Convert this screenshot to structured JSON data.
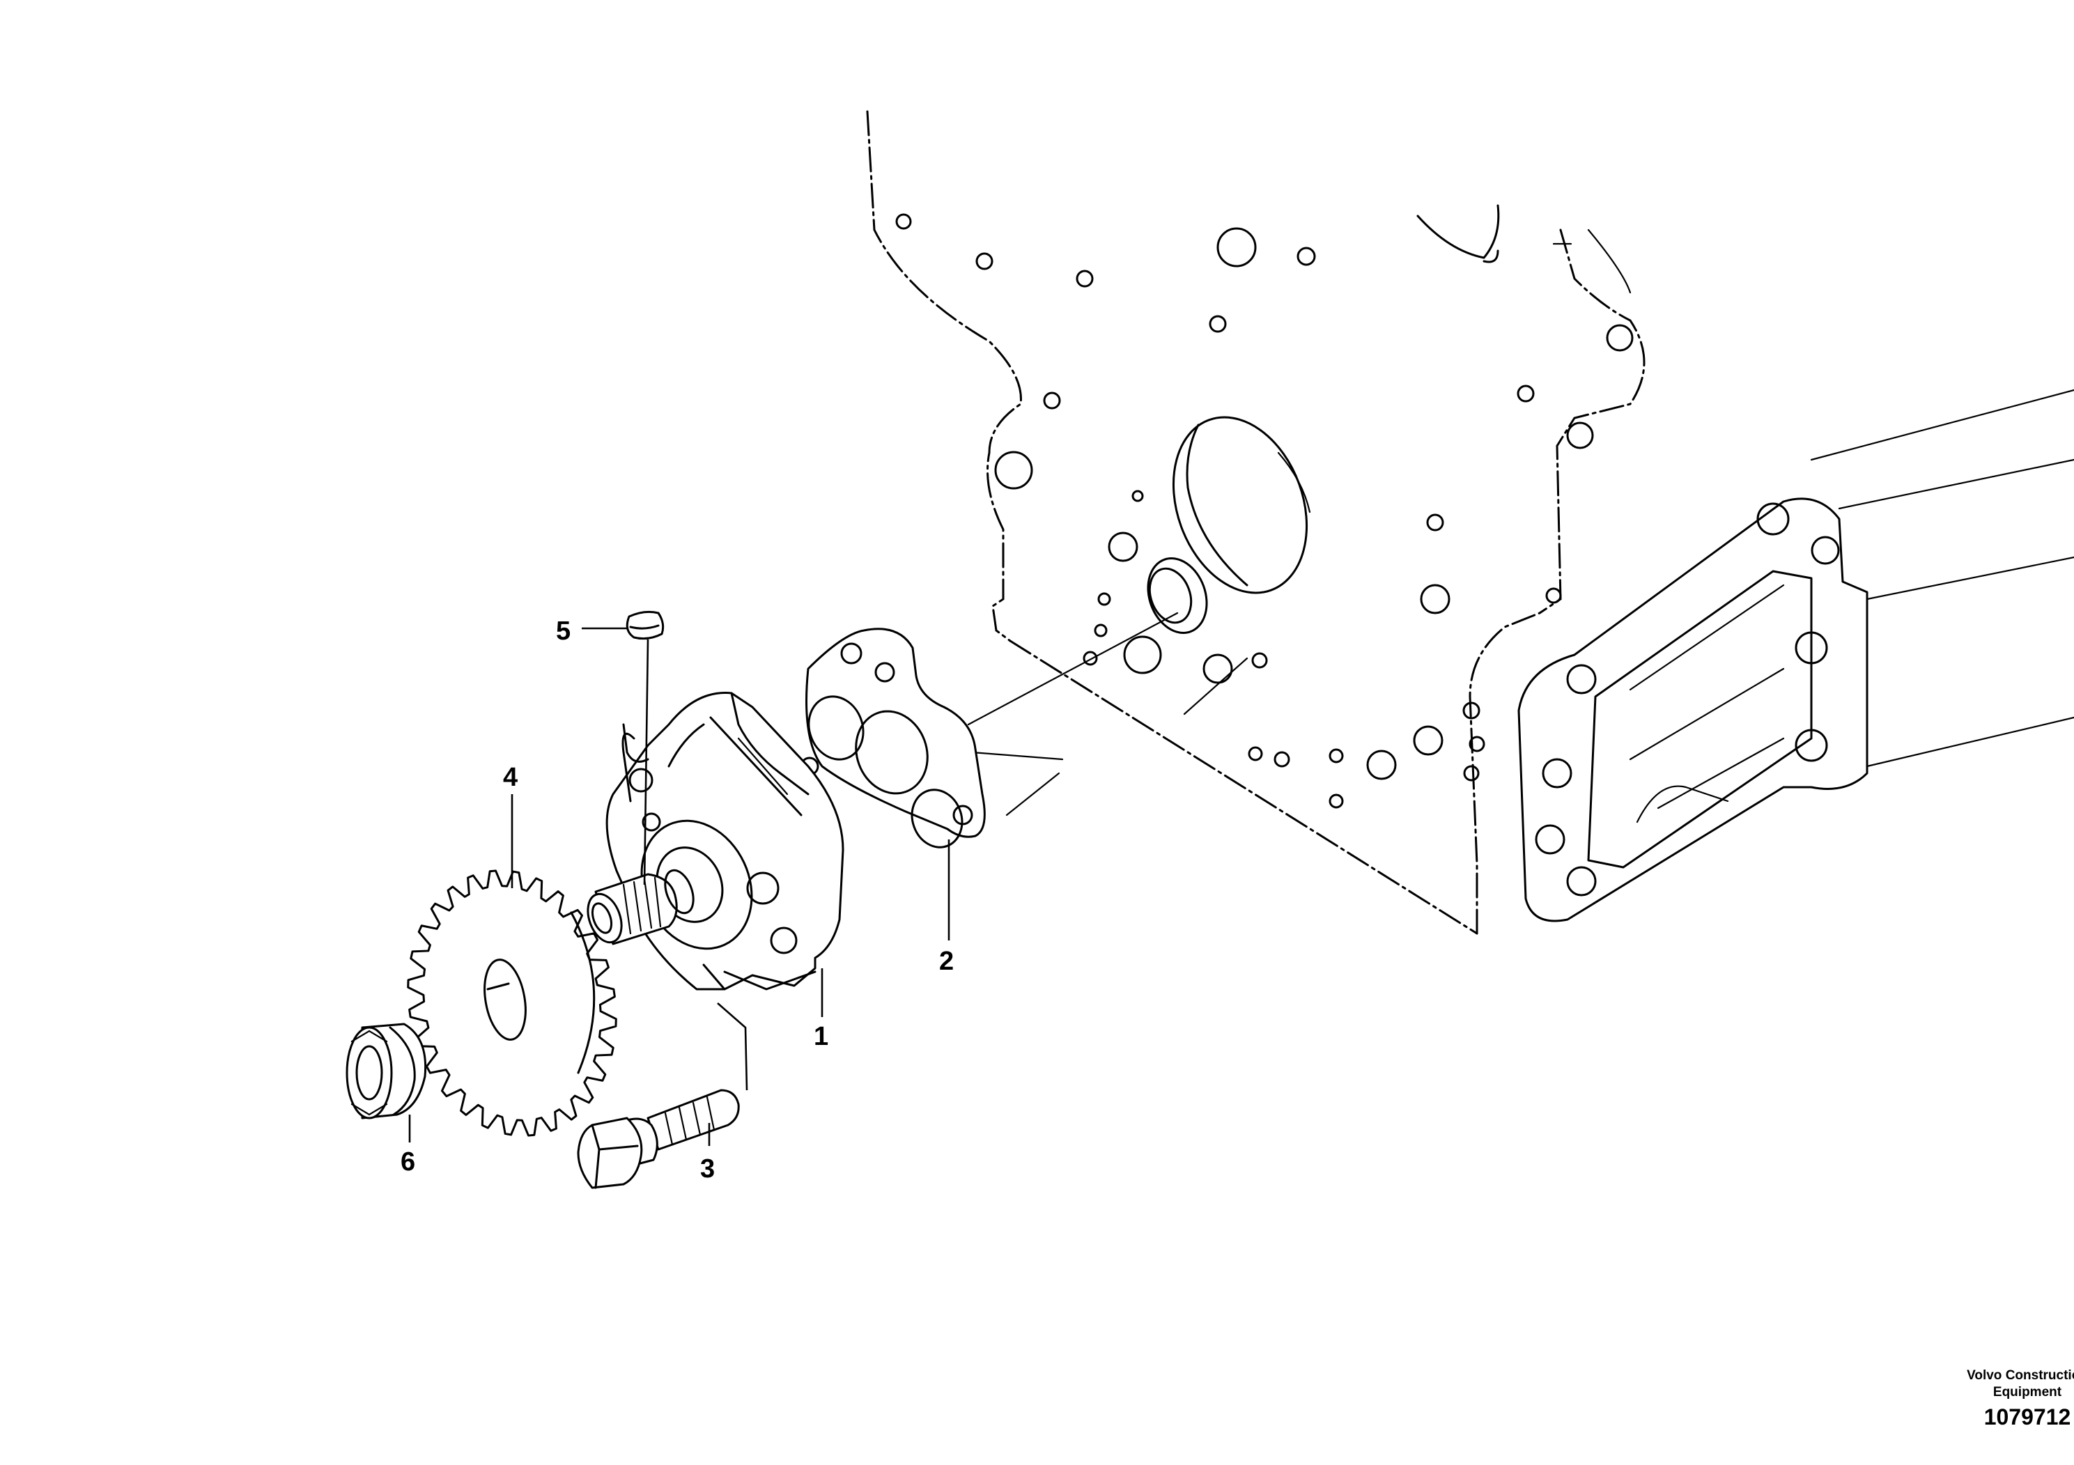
{
  "diagram": {
    "callouts": [
      {
        "id": "1",
        "label": "1"
      },
      {
        "id": "2",
        "label": "2"
      },
      {
        "id": "3",
        "label": "3"
      },
      {
        "id": "4",
        "label": "4"
      },
      {
        "id": "5",
        "label": "5"
      },
      {
        "id": "6",
        "label": "6"
      }
    ]
  },
  "footer": {
    "company_line1": "Volvo Construction",
    "company_line2": "Equipment",
    "figure_number": "1079712"
  }
}
